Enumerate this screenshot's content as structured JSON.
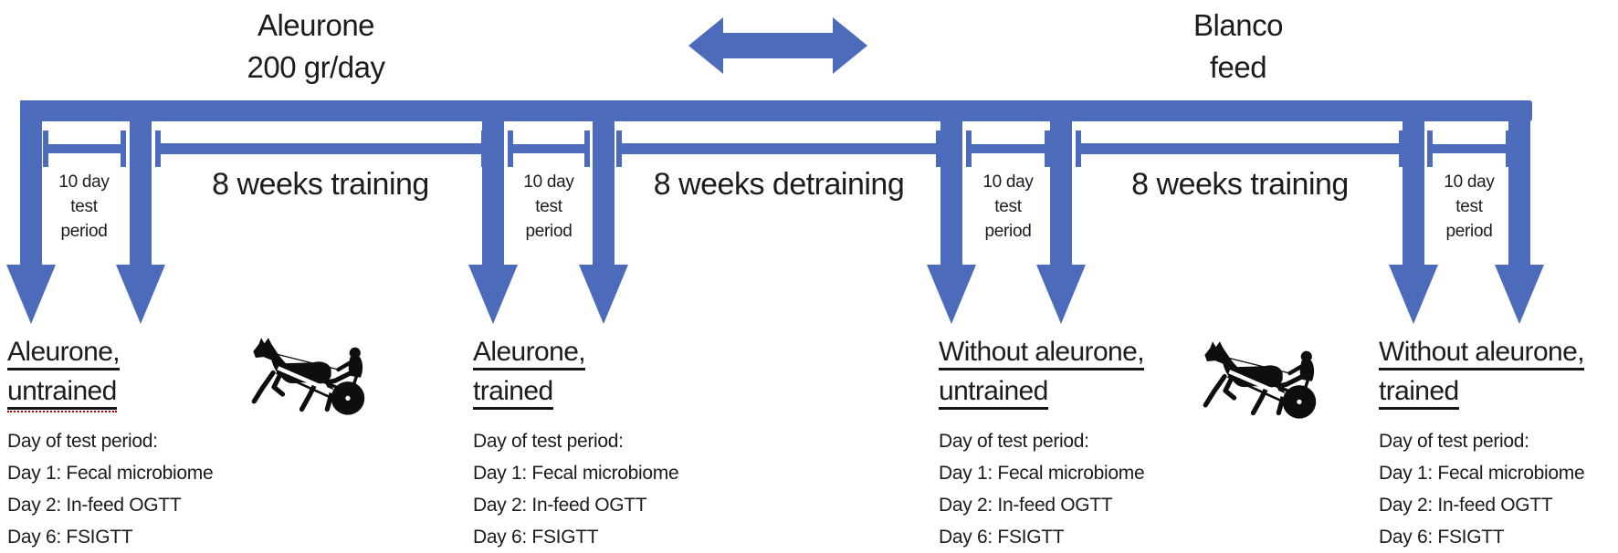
{
  "colors": {
    "accent": "#4c6bbb",
    "text": "#1c1c1c",
    "underline": "#141414",
    "squiggle_red": "#c00000"
  },
  "top": {
    "left_label": "Aleurone\n200 gr/day",
    "right_label": "Blanco\nfeed"
  },
  "icons": {
    "double_arrow": "double-arrow-icon",
    "horse": "harness-racing-horse-icon"
  },
  "timeline": {
    "segments": [
      {
        "type": "test",
        "label": "10 day\ntest\nperiod"
      },
      {
        "type": "phase",
        "label": "8 weeks training"
      },
      {
        "type": "test",
        "label": "10 day\ntest\nperiod"
      },
      {
        "type": "phase",
        "label": "8 weeks detraining"
      },
      {
        "type": "test",
        "label": "10 day\ntest\nperiod"
      },
      {
        "type": "phase",
        "label": "8 weeks training"
      },
      {
        "type": "test",
        "label": "10 day\ntest\nperiod"
      }
    ]
  },
  "groups": [
    {
      "title_line1": "Aleurone,",
      "title_line2": "untrained",
      "details": "Day of test period:\nDay 1: Fecal microbiome\nDay 2: In-feed OGTT\nDay 6: FSIGTT"
    },
    {
      "title_line1": "Aleurone,",
      "title_line2": "trained",
      "details": "Day of test period:\nDay 1: Fecal microbiome\nDay 2: In-feed OGTT\nDay 6: FSIGTT"
    },
    {
      "title_line1": "Without aleurone,",
      "title_line2": "untrained",
      "details": "Day of test period:\nDay 1: Fecal microbiome\nDay 2: In-feed OGTT\nDay 6: FSIGTT"
    },
    {
      "title_line1": "Without aleurone,",
      "title_line2": "trained",
      "details": "Day of test period:\nDay 1: Fecal microbiome\nDay 2: In-feed OGTT\nDay 6: FSIGTT"
    }
  ]
}
